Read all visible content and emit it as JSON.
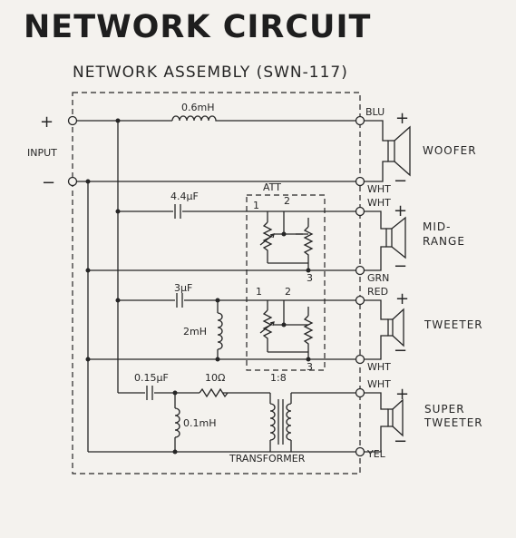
{
  "title": "NETWORK CIRCUIT",
  "subtitle": "NETWORK ASSEMBLY (SWN-117)",
  "input": {
    "plus": "+",
    "minus": "−",
    "label": "INPUT"
  },
  "components": {
    "woofer_inductor": "0.6mH",
    "mid_capacitor": "4.4μF",
    "att_box_label": "ATT",
    "tweeter_capacitor": "3μF",
    "tweeter_inductor": "2mH",
    "super_capacitor": "0.15μF",
    "super_resistor": "10Ω",
    "super_inductor": "0.1mH",
    "transformer_ratio": "1:8",
    "transformer_label": "TRANSFORMER"
  },
  "att_pins": {
    "upper": {
      "p1": "1",
      "p2": "2",
      "p3": "3"
    },
    "lower": {
      "p1": "1",
      "p2": "2",
      "p3": "3"
    }
  },
  "wires": {
    "blu": "BLU",
    "wht1": "WHT",
    "wht2": "WHT",
    "grn": "GRN",
    "red": "RED",
    "wht3": "WHT",
    "wht4": "WHT",
    "yel": "YEL"
  },
  "speakers": {
    "woofer": {
      "label": "WOOFER",
      "plus": "+",
      "minus": "−"
    },
    "midrange": {
      "label1": "MID-",
      "label2": "RANGE",
      "plus": "+",
      "minus": "−"
    },
    "tweeter": {
      "label": "TWEETER",
      "plus": "+",
      "minus": "−"
    },
    "super_tweeter": {
      "label1": "SUPER",
      "label2": "TWEETER",
      "plus": "+",
      "minus": "−"
    }
  }
}
